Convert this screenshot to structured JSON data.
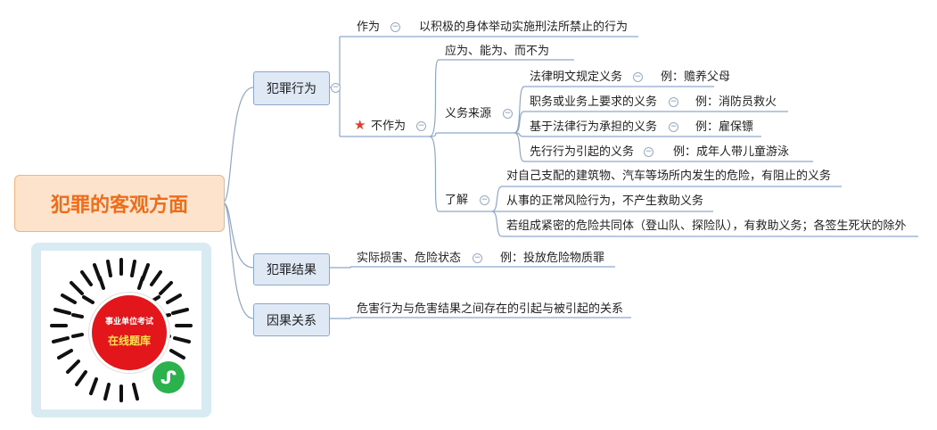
{
  "root": "犯罪的客观方面",
  "branches": {
    "behavior": {
      "label": "犯罪行为",
      "act": {
        "label": "作为",
        "desc": "以积极的身体举动实施刑法所禁止的行为"
      },
      "omission": {
        "label": "不作为",
        "condition": "应为、能为、而不为",
        "duty_source": {
          "label": "义务来源",
          "items": [
            {
              "label": "法律明文规定义务",
              "example": "例：赡养父母"
            },
            {
              "label": "职务或业务上要求的义务",
              "example": "例：消防员救火"
            },
            {
              "label": "基于法律行为承担的义务",
              "example": "例：雇保镖"
            },
            {
              "label": "先行行为引起的义务",
              "example": "例：成年人带儿童游泳"
            }
          ]
        },
        "understand": {
          "label": "了解",
          "items": [
            "对自己支配的建筑物、汽车等场所内发生的危险，有阻止的义务",
            "从事的正常风险行为，不产生救助义务",
            "若组成紧密的危险共同体（登山队、探险队），有救助义务；各签生死状的除外"
          ]
        }
      }
    },
    "result": {
      "label": "犯罪结果",
      "item": {
        "label": "实际损害、危险状态",
        "example": "例：投放危险物质罪"
      }
    },
    "causation": {
      "label": "因果关系",
      "desc": "危害行为与危害结果之间存在的引起与被引起的关系"
    }
  },
  "qr": {
    "line1": "事业单位考试",
    "line2": "在线题库"
  },
  "icons": {
    "star": "star-icon",
    "toggle": "collapse-toggle-icon",
    "mini_program": "mini-program-icon"
  },
  "colors": {
    "root_text": "#ef6c1a",
    "root_bg": "#fde3cc",
    "box_bg": "#dfe8f5",
    "line": "#8ea6c9",
    "star": "#e23c2f"
  }
}
